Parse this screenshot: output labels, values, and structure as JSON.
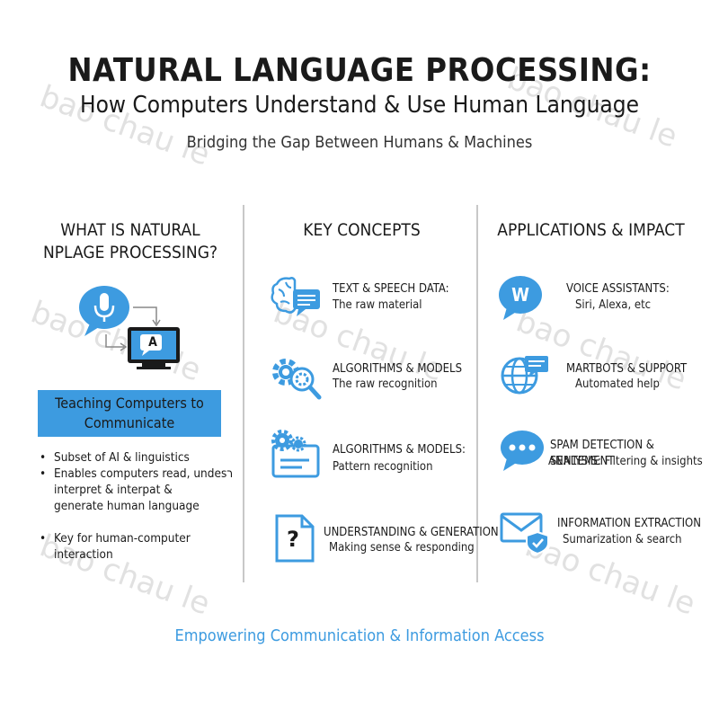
{
  "header": {
    "title": "NATURAL LANGUAGE PROCESSING:",
    "subtitle": "How Computers Understand & Use Human Language",
    "tagline": "Bridging the Gap Between Humans & Machines"
  },
  "left": {
    "heading": [
      "WHAT IS NATURAL",
      "NPLAGE PROCESSING?"
    ],
    "chat_icon_letter": "A",
    "banner": [
      "Teaching Computers to",
      "Communicate"
    ],
    "bullets": [
      [
        "Subset of AI & linguistics"
      ],
      [
        "Enables computers  read, undesר",
        "interpret & interpat &",
        "generate human language"
      ],
      [
        "Key for human-computer",
        "interaction"
      ]
    ]
  },
  "middle": {
    "heading": "KEY CONCEPTS",
    "items": [
      {
        "icon": "brain-chat-icon",
        "title": "TEXT & SPEECH DATA:",
        "sub": "The raw material"
      },
      {
        "icon": "gear-magnifier-icon",
        "title": "ALGORITHMS & MODELS",
        "sub": "The raw recognition"
      },
      {
        "icon": "gears-window-icon",
        "title": "ALGORITHMS & MODELS:",
        "sub": "Pattern recognition"
      },
      {
        "icon": "question-document-icon",
        "title": "UNDERSTANDING & GENERATION",
        "sub": "Making sense & responding"
      }
    ]
  },
  "right": {
    "heading": "APPLICATIONS & IMPACT",
    "items": [
      {
        "icon": "w-chat-bubble-icon",
        "letter": "W",
        "title": "VOICE ASSISTANTS:",
        "sub": "Siri, Alexa, etc"
      },
      {
        "icon": "globe-chat-icon",
        "title": "MARTBOTS & SUPPORT",
        "sub": "Automated help"
      },
      {
        "icon": "typing-bubble-icon",
        "title": "SPAM DETECTION & SENTEMENT",
        "sub": "ANALYSIS: Filtering & insights"
      },
      {
        "icon": "mail-shield-icon",
        "title": "INFORMATION EXTRACTION",
        "sub": "Sumarization & search"
      }
    ]
  },
  "footer": "Empowering Communication & Information Access",
  "watermark": "bao chau le",
  "colors": {
    "accent": "#3d9be0",
    "divider": "#c8c8c8",
    "text": "#1a1a1a"
  }
}
